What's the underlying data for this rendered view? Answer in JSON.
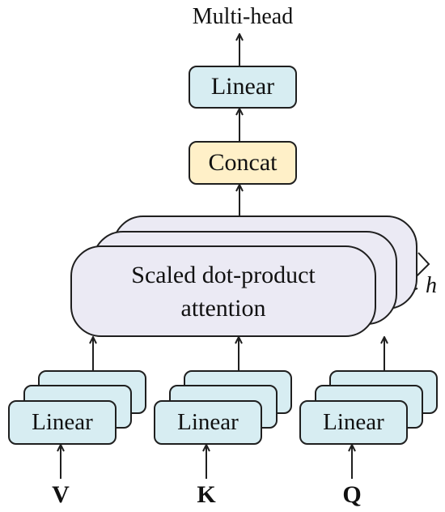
{
  "diagram": {
    "top_label": "Multi-head",
    "linear_output_label": "Linear",
    "concat_label": "Concat",
    "attention_label_line1": "Scaled dot-product",
    "attention_label_line2": "attention",
    "repeat_label": "h",
    "input_linear_label": "Linear",
    "inputs": [
      "V",
      "K",
      "Q"
    ]
  },
  "colors": {
    "linear_fill": "#d7edf2",
    "concat_fill": "#fff0c8",
    "attention_fill": "#ebeaf4",
    "stroke": "#1f1f1f"
  }
}
